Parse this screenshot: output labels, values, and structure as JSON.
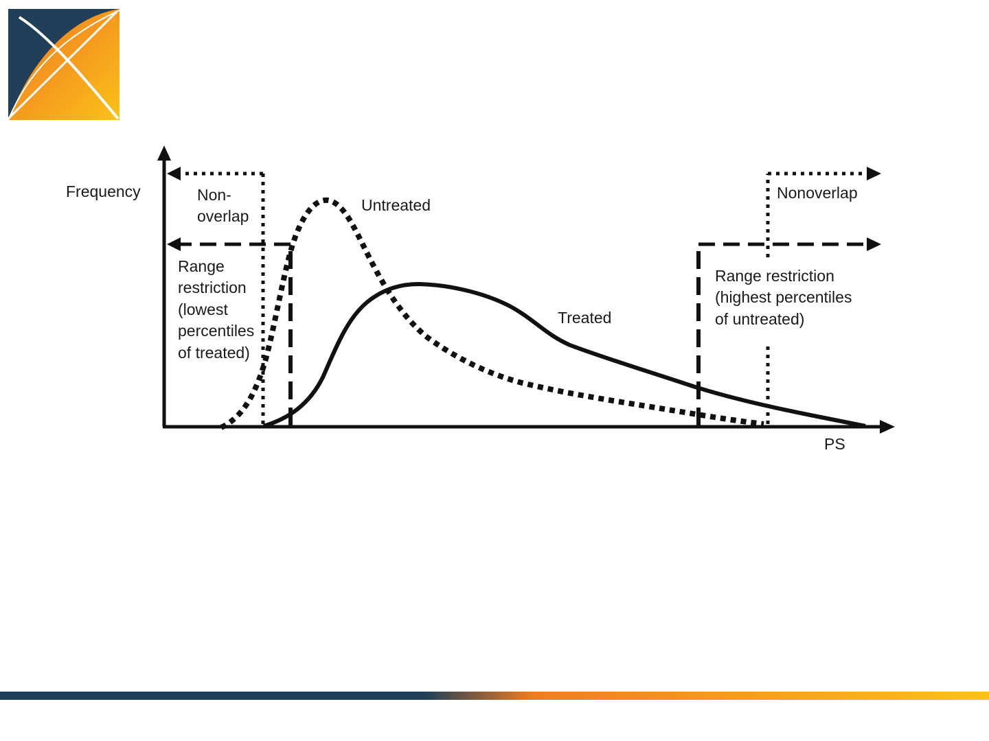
{
  "colors": {
    "navy": "#213f58",
    "orange": "#ef7d22",
    "amber": "#f59d1e",
    "yellow": "#fbc218",
    "ink": "#111111"
  },
  "icons": {
    "logo": "ohdsi-logo-icon"
  },
  "diagram": {
    "y_axis_label": "Frequency",
    "x_axis_label": "PS",
    "untreated_label": "Untreated",
    "treated_label": "Treated",
    "left_nonoverlap": [
      "Non-",
      "overlap"
    ],
    "left_range_restriction": [
      "Range",
      "restriction",
      "(lowest",
      "percentiles",
      "of treated)"
    ],
    "right_nonoverlap": "Nonoverlap",
    "right_range_restriction": [
      "Range restriction",
      "(highest percentiles",
      "of untreated)"
    ]
  }
}
